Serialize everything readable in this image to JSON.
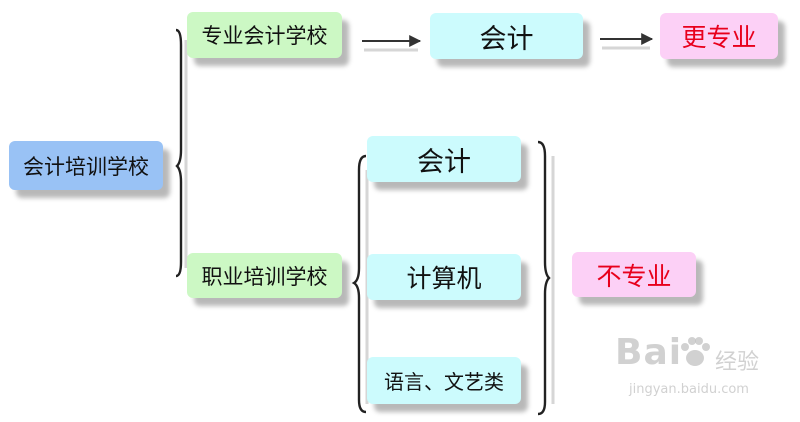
{
  "nodes": {
    "root": "会计培训学校",
    "professional_school": "专业会计学校",
    "vocational_school": "职业培训学校",
    "accounting_top": "会计",
    "more_professional": "更专业",
    "accounting_course": "会计",
    "computer_course": "计算机",
    "language_art_course": "语言、文艺类",
    "not_professional": "不专业"
  },
  "colors": {
    "root_fill": "#99c2f5",
    "school_fill": "#ccf8c4",
    "course_fill": "#ccfbfd",
    "conclusion_fill": "#fcd0f6",
    "conclusion_text": "#e8001c"
  },
  "watermark": {
    "brand": "Bai",
    "brand_suffix": "经验",
    "url": "jingyan.baidu.com",
    "icon": "paw-icon"
  }
}
